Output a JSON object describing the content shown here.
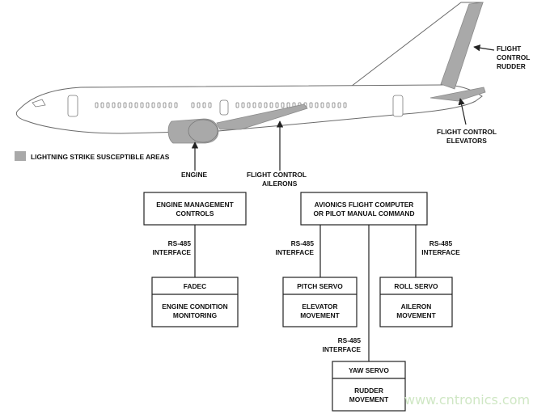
{
  "legend": {
    "label": "LIGHTNING STRIKE SUSCEPTIBLE AREAS",
    "swatch_color": "#a9a9a9"
  },
  "callouts": {
    "rudder_1": "FLIGHT",
    "rudder_2": "CONTROL",
    "rudder_3": "RUDDER",
    "elevators_1": "FLIGHT CONTROL",
    "elevators_2": "ELEVATORS",
    "engine": "ENGINE",
    "ailerons_1": "FLIGHT CONTROL",
    "ailerons_2": "AILERONS"
  },
  "boxes": {
    "engine_mgmt": {
      "line1": "ENGINE MANAGEMENT",
      "line2": "CONTROLS"
    },
    "avionics": {
      "line1": "AVIONICS FLIGHT COMPUTER",
      "line2": "OR PILOT MANUAL COMMAND"
    },
    "fadec": {
      "title": "FADEC",
      "body1": "ENGINE CONDITION",
      "body2": "MONITORING"
    },
    "pitch": {
      "title": "PITCH SERVO",
      "body1": "ELEVATOR",
      "body2": "MOVEMENT"
    },
    "roll": {
      "title": "ROLL SERVO",
      "body1": "AILERON",
      "body2": "MOVEMENT"
    },
    "yaw": {
      "title": "YAW SERVO",
      "body1": "RUDDER",
      "body2": "MOVEMENT"
    }
  },
  "interfaces": {
    "fadec_1": "RS-485",
    "fadec_2": "INTERFACE",
    "pitch_1": "RS-485",
    "pitch_2": "INTERFACE",
    "roll_1": "RS-485",
    "roll_2": "INTERFACE",
    "yaw_1": "RS-485",
    "yaw_2": "INTERFACE"
  },
  "watermark": "www.cntronics.com",
  "colors": {
    "susceptible_gray": "#a9a9a9",
    "line": "#222222",
    "watermark": "#cfe7c4"
  }
}
